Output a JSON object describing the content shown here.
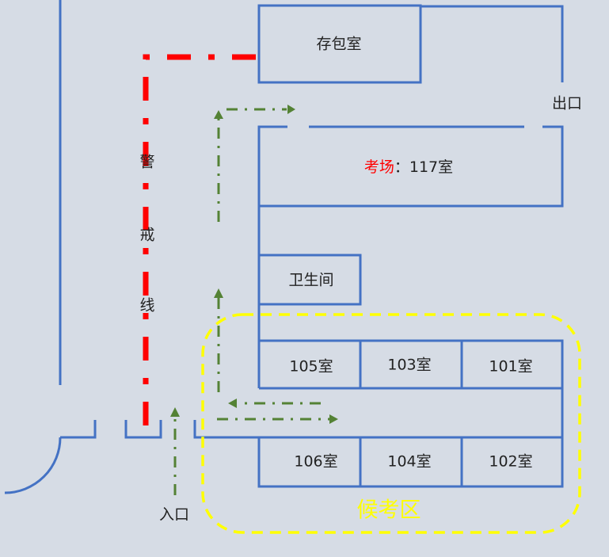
{
  "rooms": {
    "storage": "存包室",
    "exam_prefix": "考场",
    "exam_colon": "：",
    "exam_room": "117室",
    "restroom": "卫生间",
    "r105": "105室",
    "r103": "103室",
    "r101": "101室",
    "r106": "106室",
    "r104": "104室",
    "r102": "102室"
  },
  "labels": {
    "exit": "出口",
    "entrance": "入口",
    "cordon": [
      "警",
      "戒",
      "线"
    ],
    "waiting_area": "候考区"
  },
  "colors": {
    "wall": "#4472c4",
    "cordon": "#ff0000",
    "route": "#548235",
    "waiting_area": "#ffff00",
    "exam_label": "#ff0000"
  }
}
